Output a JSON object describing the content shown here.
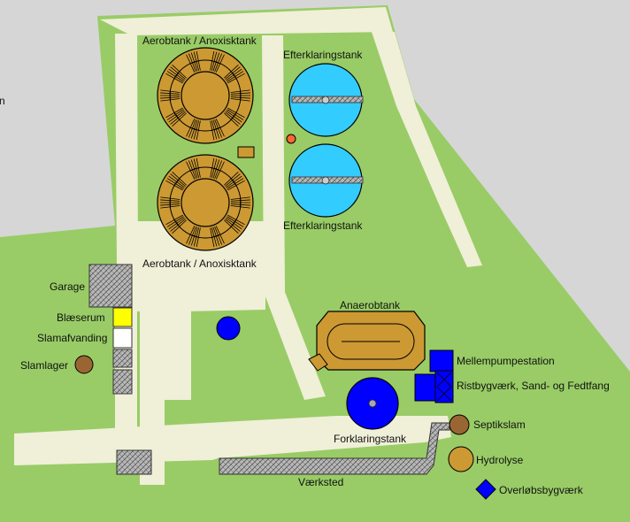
{
  "colors": {
    "background": "#d6d6d6",
    "grass": "#99cc66",
    "road": "#f0efd8",
    "tank": "#cc9933",
    "clarifier": "#33ccff",
    "pump": "#0000ff",
    "blower": "#ffff00",
    "building_hatch": "#a0a0a0",
    "small_red": "#ff6633"
  },
  "labels": {
    "aerobtank_top": "Aerobtank / Anoxisktank",
    "aerobtank_bottom": "Aerobtank / Anoxisktank",
    "efterklaring_top": "Efterklaringstank",
    "efterklaring_bottom": "Efterklaringstank",
    "garage": "Garage",
    "blaeserum": "Blæserum",
    "slamafvanding": "Slamafvanding",
    "slamlager": "Slamlager",
    "anaerobtank": "Anaerobtank",
    "mellempumpestation": "Mellempumpestation",
    "ristbygvaerk": "Ristbygværk, Sand- og Fedtfang",
    "septikslam": "Septikslam",
    "forklaringstank": "Forklaringstank",
    "hydrolyse": "Hydrolyse",
    "vaerksted": "Værksted",
    "overlobsbygvaerk": "Overløbsbygværk",
    "edge_letter": "n"
  }
}
